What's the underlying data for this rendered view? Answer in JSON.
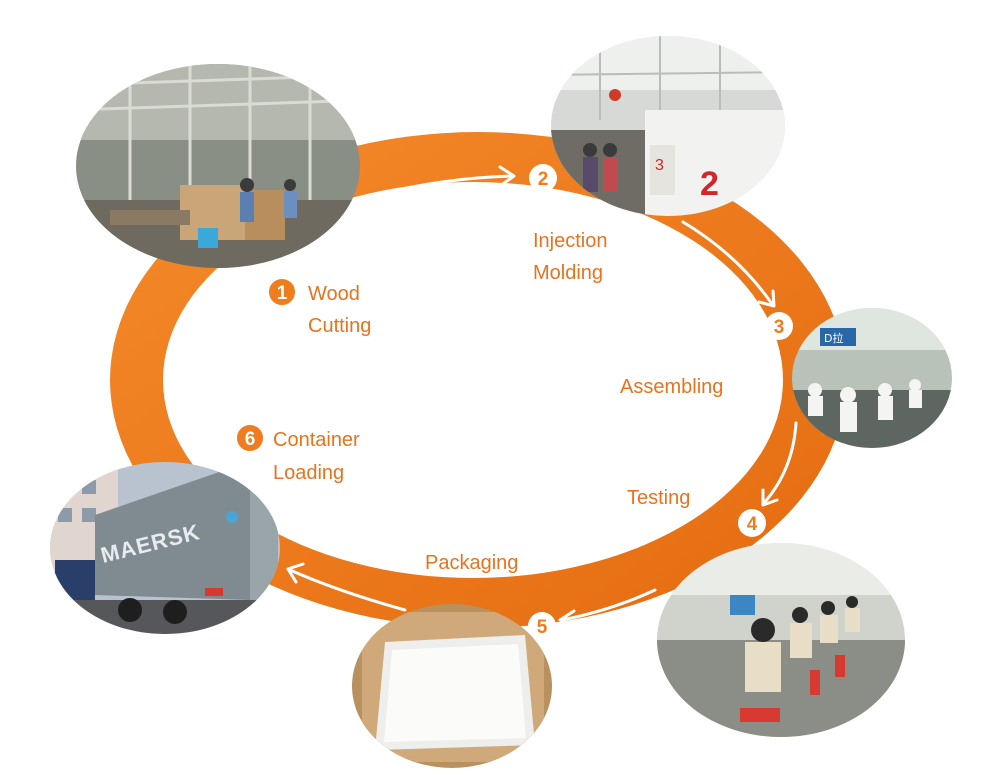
{
  "colors": {
    "ring": "#ef7d1f",
    "ring_dark": "#e06a12",
    "label": "#e8731e",
    "badge_fill": "#ef7d1f",
    "badge_text": "#ffffff",
    "arrow": "#ffffff"
  },
  "steps": [
    {
      "number": "1",
      "line1": "Wood",
      "line2": "Cutting",
      "photo": "factory-wood-cutting-photo"
    },
    {
      "number": "2",
      "line1": "Injection",
      "line2": "Molding",
      "photo": "injection-molding-workshop-photo"
    },
    {
      "number": "3",
      "line1": "Assembling",
      "line2": "",
      "photo": "assembly-line-photo",
      "sign": "D拉"
    },
    {
      "number": "4",
      "line1": "Testing",
      "line2": "",
      "photo": "testing-line-photo"
    },
    {
      "number": "5",
      "line1": "Packaging",
      "line2": "",
      "photo": "packaged-product-photo"
    },
    {
      "number": "6",
      "line1": "Container",
      "line2": "Loading",
      "photo": "container-truck-photo",
      "container_text": "MAERSK"
    }
  ]
}
